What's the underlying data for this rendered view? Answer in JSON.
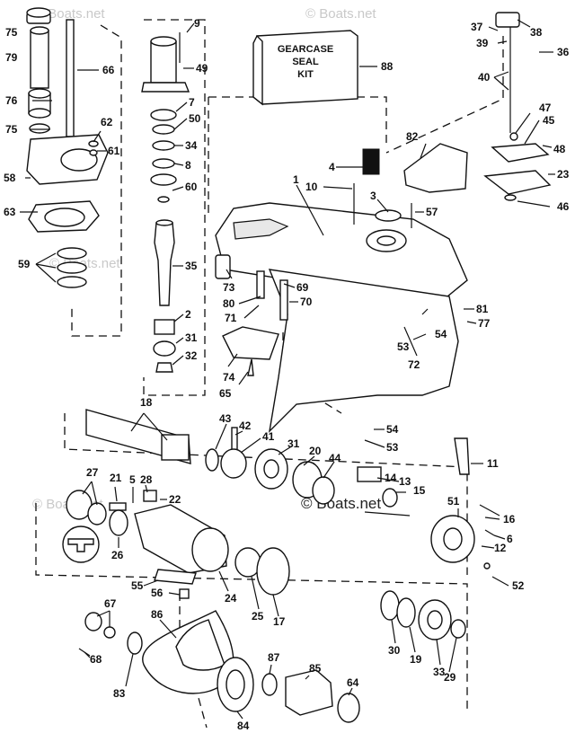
{
  "watermark": "© Boats.net",
  "seal_kit": {
    "line1": "GEARCASE",
    "line2": "SEAL",
    "line3": "KIT"
  },
  "callouts": {
    "c1": "1",
    "c2": "2",
    "c3": "3",
    "c4": "4",
    "c5": "5",
    "c6": "6",
    "c7": "7",
    "c8": "8",
    "c9": "9",
    "c10": "10",
    "c11": "11",
    "c12": "12",
    "c13": "13",
    "c14": "14",
    "c15": "15",
    "c16": "16",
    "c17": "17",
    "c18": "18",
    "c19": "19",
    "c20": "20",
    "c21": "21",
    "c22": "22",
    "c23": "23",
    "c24": "24",
    "c25": "25",
    "c26": "26",
    "c27": "27",
    "c28": "28",
    "c29": "29",
    "c30": "30",
    "c31": "31",
    "c32": "32",
    "c33": "33",
    "c34": "34",
    "c35": "35",
    "c36": "36",
    "c37": "37",
    "c38": "38",
    "c39": "39",
    "c40": "40",
    "c41": "41",
    "c42": "42",
    "c43": "43",
    "c44": "44",
    "c45": "45",
    "c46": "46",
    "c47": "47",
    "c48": "48",
    "c49": "49",
    "c50": "50",
    "c51": "51",
    "c52": "52",
    "c53": "53",
    "c54": "54",
    "c55": "55",
    "c56": "56",
    "c57": "57",
    "c58": "58",
    "c59": "59",
    "c60": "60",
    "c61": "61",
    "c62": "62",
    "c63": "63",
    "c64": "64",
    "c65": "65",
    "c66": "66",
    "c67": "67",
    "c68": "68",
    "c69": "69",
    "c70": "70",
    "c71": "71",
    "c72": "72",
    "c73": "73",
    "c74": "74",
    "c75": "75",
    "c76": "76",
    "c77": "77",
    "c79": "79",
    "c80": "80",
    "c81": "81",
    "c82": "82",
    "c83": "83",
    "c84": "84",
    "c85": "85",
    "c86": "86",
    "c87": "87",
    "c88": "88"
  }
}
